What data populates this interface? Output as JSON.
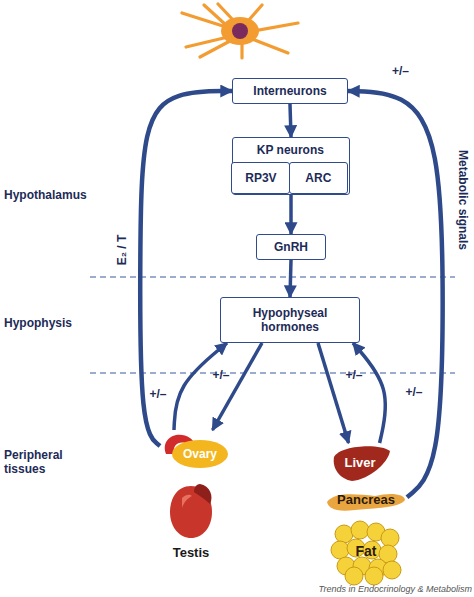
{
  "diagram": {
    "nodes": [
      {
        "text": [
          "Interneurons"
        ]
      },
      {
        "text": [
          "KP neurons"
        ]
      },
      {
        "text": [
          "RP3V"
        ],
        "in": 1
      },
      {
        "text": [
          "ARC"
        ],
        "in": 1
      },
      {
        "text": [
          "GnRH"
        ]
      },
      {
        "text": [
          "Hypophyseal hormones"
        ]
      },
      {
        "text": [
          "Ovary"
        ]
      },
      {
        "text": [
          "Testis"
        ]
      },
      {
        "text": [
          "Liver"
        ]
      },
      {
        "text": [
          "Pancreas"
        ]
      },
      {
        "text": [
          "Fat"
        ]
      }
    ],
    "edges": [
      {
        "from": 0,
        "to": 1,
        "arrow": "to"
      },
      {
        "from": 1,
        "to": 4,
        "arrow": "to"
      },
      {
        "from": 4,
        "to": 5,
        "arrow": "to"
      },
      {
        "from": 5,
        "to": 6,
        "label": "+/–",
        "arrow": "to"
      },
      {
        "from": 5,
        "to": 8,
        "label": "+/–",
        "arrow": "to"
      },
      {
        "from": 6,
        "to": 5,
        "label": "+/–",
        "arrow": "to"
      },
      {
        "from": 8,
        "to": 5,
        "label": "+/–",
        "arrow": "to"
      },
      {
        "from": 6,
        "to": 0,
        "label": "E₂ / T",
        "arrow": "to"
      },
      {
        "from": 9,
        "to": 0,
        "label": "Metabolic signals",
        "arrow": "to"
      }
    ],
    "labels": [
      "Hypothalamus",
      "Hypophysis",
      "Peripheral tissues",
      "+/–",
      "Trends in Endocrinology & Metabolism"
    ]
  }
}
